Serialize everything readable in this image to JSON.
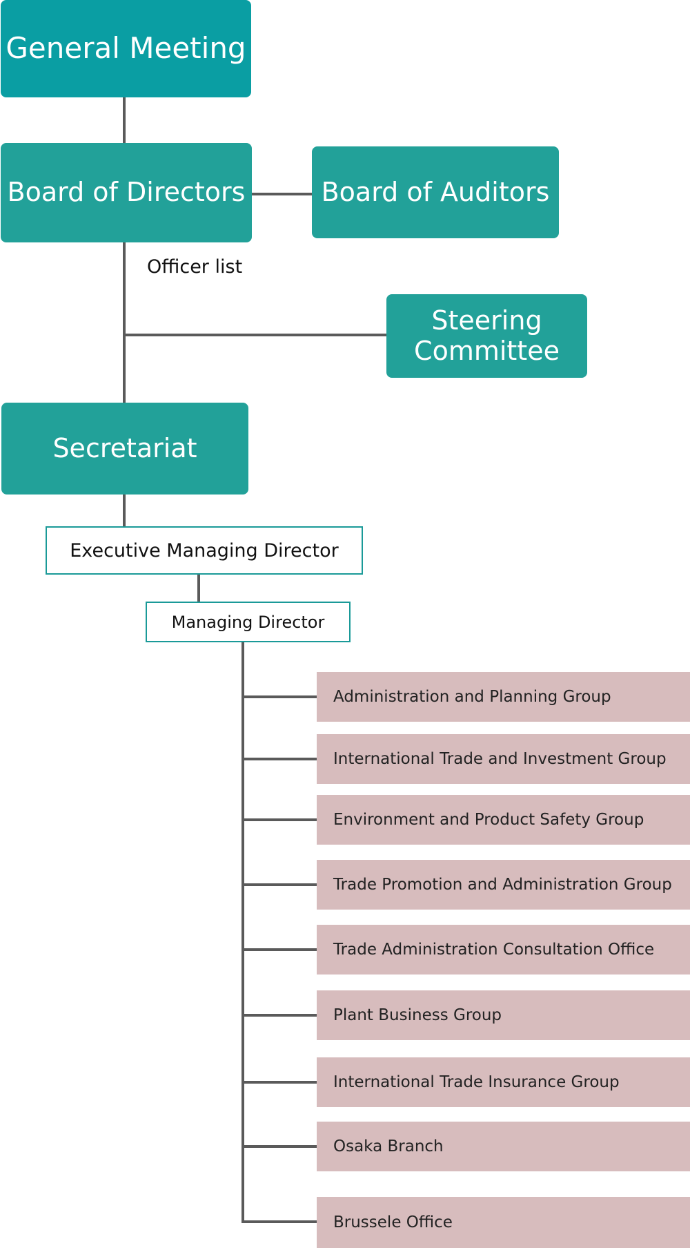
{
  "colors": {
    "top_box": "#0a9ea3",
    "box": "#22a199",
    "outline": "#1a9a98",
    "unit_fill": "#d7bcbd",
    "line": "#5a5a5a"
  },
  "nodes": {
    "general_meeting": "General Meeting",
    "board_of_directors": "Board of Directors",
    "board_of_auditors": "Board of Auditors",
    "officer_list": "Officer list",
    "steering_committee_line1": "Steering",
    "steering_committee_line2": "Committee",
    "secretariat": "Secretariat",
    "executive_managing_director": "Executive Managing Director",
    "managing_director": "Managing Director"
  },
  "units": [
    "Administration and Planning Group",
    "International Trade and Investment Group",
    "Environment and Product Safety Group",
    "Trade Promotion and Administration Group",
    "Trade Administration Consultation Office",
    "Plant Business Group",
    "International Trade Insurance Group",
    "Osaka Branch",
    "Brussele Office"
  ]
}
